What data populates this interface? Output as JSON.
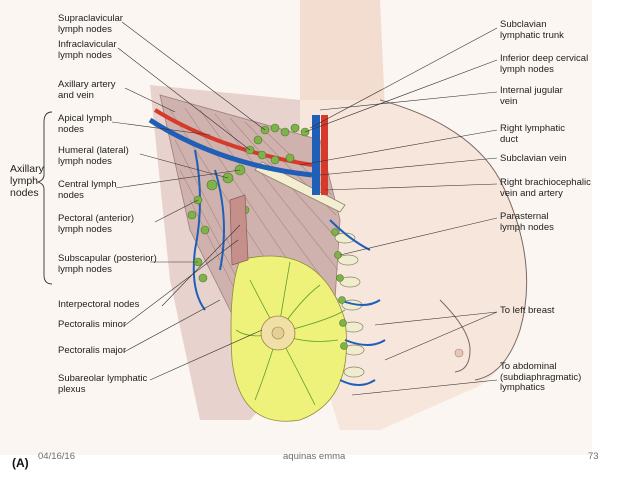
{
  "figure": {
    "panel_label": "(A)",
    "labels_left": {
      "supraclavicular": "Supraclavicular\nlymph nodes",
      "infraclavicular": "Infraclavicular\nlymph nodes",
      "axillary_artery": "Axillary artery\nand vein",
      "axillary_group": "Axillary\nlymph\nnodes",
      "apical": "Apical lymph\nnodes",
      "humeral": "Humeral (lateral)\nlymph nodes",
      "central": "Central lymph\nnodes",
      "pectoral": "Pectoral (anterior)\nlymph nodes",
      "subscapular": "Subscapular (posterior)\nlymph nodes",
      "interpectoral": "Interpectoral nodes",
      "pectoralis_minor": "Pectoralis minor",
      "pectoralis_major": "Pectoralis major",
      "subareolar": "Subareolar lymphatic\nplexus"
    },
    "labels_right": {
      "subclavian_trunk": "Subclavian\nlymphatic trunk",
      "inferior_deep_cervical": "Inferior deep cervical\nlymph nodes",
      "internal_jugular": "Internal jugular\nvein",
      "right_lymphatic_duct": "Right lymphatic\nduct",
      "subclavian_vein": "Subclavian vein",
      "right_brachiocephalic": "Right brachiocephalic\nvein and artery",
      "parasternal": "Parasternal\nlymph nodes",
      "to_left_breast": "To left breast",
      "to_abdominal": "To abdominal\n(subdiaphragmatic)\nlymphatics"
    }
  },
  "footer": {
    "date": "04/16/16",
    "author": "aquinas emma",
    "page": "73"
  },
  "colors": {
    "vein": "#1f5fb8",
    "artery": "#d63a2a",
    "node": "#7fb24a",
    "breast": "#eef27a",
    "muscle": "#c9a9a6",
    "skin": "#f6e6dc"
  }
}
